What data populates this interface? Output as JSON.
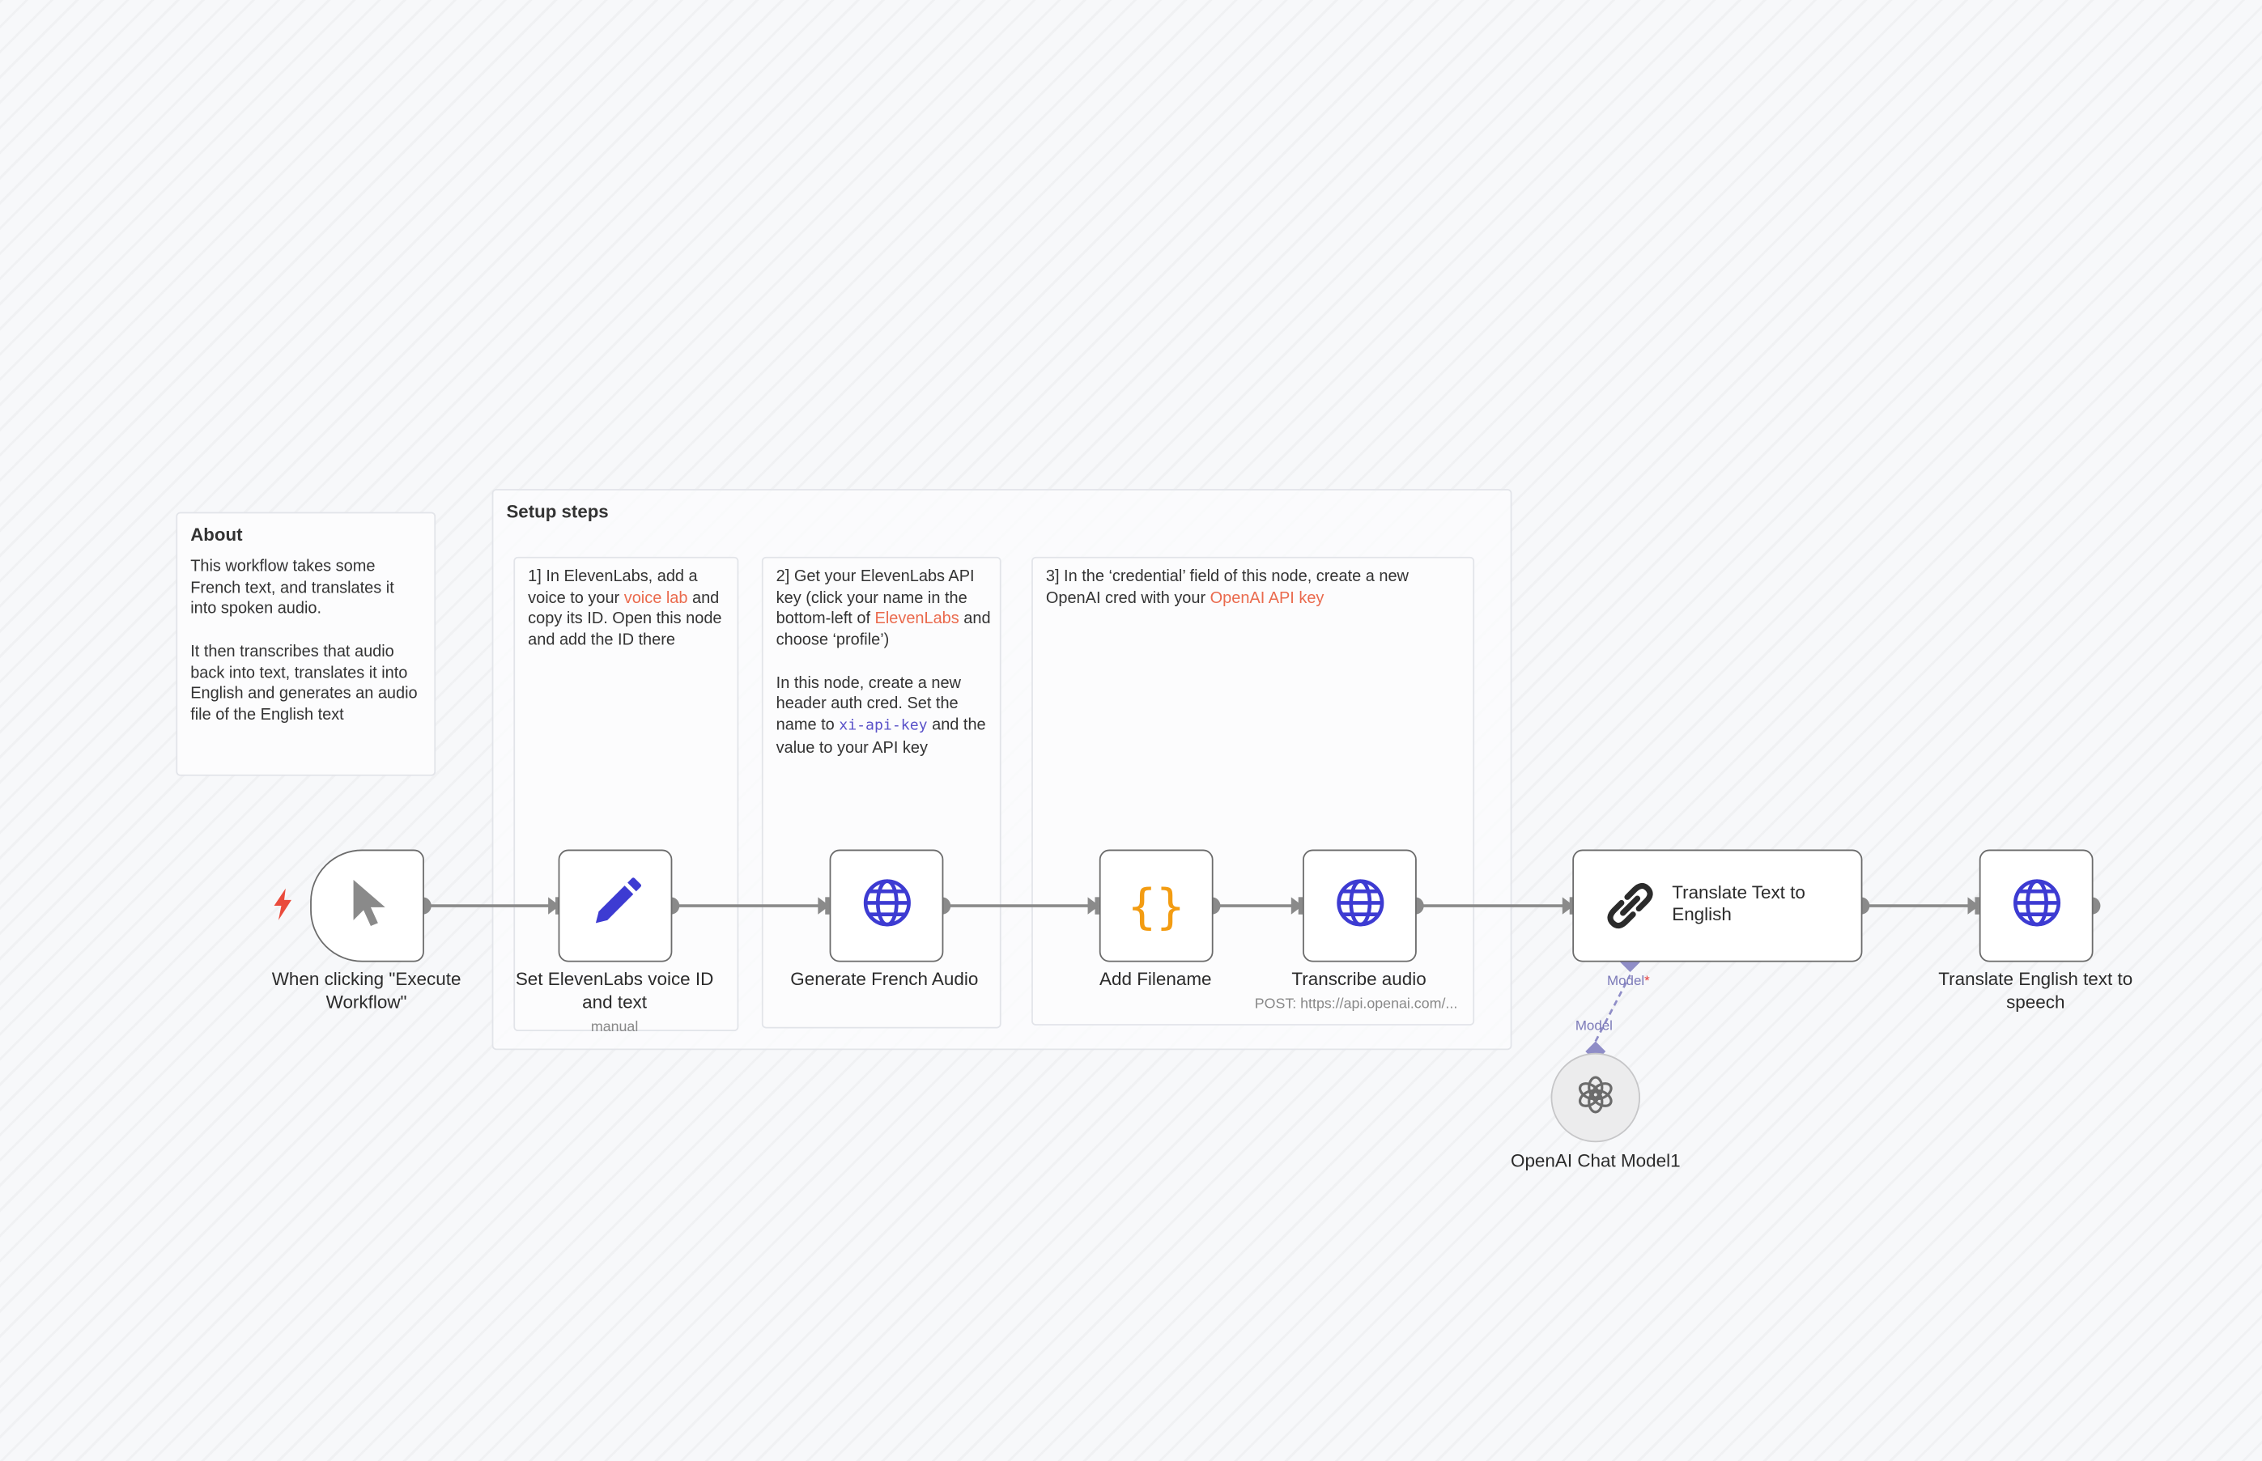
{
  "about": {
    "title": "About",
    "text": "This workflow takes some French text, and translates it into spoken audio.\n\nIt then transcribes that audio back into text, translates it into English and generates an audio file of the English text"
  },
  "setup": {
    "title": "Setup steps",
    "step1": {
      "t1": "1] In ElevenLabs, add a voice to your ",
      "link1": "voice lab",
      "t2": " and copy its ID. Open this node and add the ID there"
    },
    "step2": {
      "t1": "2] Get your ElevenLabs API key (click your name in the bottom-left of ",
      "link1": "ElevenLabs",
      "t2": " and choose ‘profile’)\n\nIn this node, create a new header auth cred. Set the name to ",
      "code1": "xi-api-key",
      "t3": " and the value to your API key"
    },
    "step3": {
      "t1": "3] In the ‘credential’ field of this node, create a new OpenAI cred with your ",
      "link1": "OpenAI API key"
    }
  },
  "nodes": {
    "trigger": {
      "label": "When clicking \"Execute Workflow\"",
      "icon": "cursor-icon"
    },
    "set_voice": {
      "label": "Set ElevenLabs voice ID and text",
      "subtitle": "manual",
      "icon": "pencil-icon"
    },
    "gen_french": {
      "label": "Generate French Audio",
      "icon": "globe-icon"
    },
    "add_filename": {
      "label": "Add Filename",
      "icon": "code-braces-icon"
    },
    "transcribe": {
      "label": "Transcribe audio",
      "subtitle": "POST: https://api.openai.com/...",
      "icon": "globe-icon"
    },
    "translate": {
      "label": "Translate Text to English",
      "icon": "chain-link-icon",
      "port_label": "Model",
      "required_mark": "*"
    },
    "tts": {
      "label": "Translate English text to speech",
      "icon": "globe-icon"
    },
    "openai_model": {
      "label": "OpenAI Chat Model1",
      "port_label": "Model",
      "icon": "openai-icon"
    }
  },
  "colors": {
    "link": "#ea6a4d",
    "code": "#5a52c9",
    "globe": "#3d3bd2",
    "braces": "#f39c12",
    "bolt": "#ea4b3c",
    "ai_port": "#7b79b8"
  }
}
